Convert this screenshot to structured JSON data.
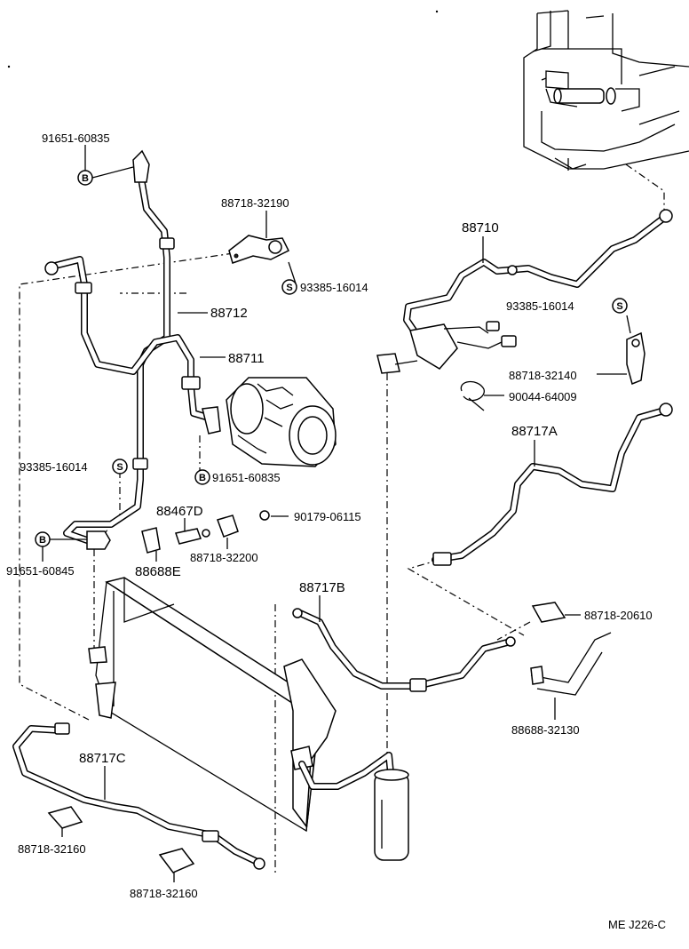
{
  "labels": {
    "l_91651_60835_top": "91651-60835",
    "l_88718_32190": "88718-32190",
    "l_93385_16014_top": "93385-16014",
    "l_88712": "88712",
    "l_88711": "88711",
    "l_93385_16014_left": "93385-16014",
    "l_91651_60835_mid": "91651-60835",
    "l_88467D": "88467D",
    "l_90179_06115": "90179-06115",
    "l_91651_60845": "91651-60845",
    "l_88688E": "88688E",
    "l_88718_32200": "88718-32200",
    "l_88710": "88710",
    "l_93385_16014_right": "93385-16014",
    "l_88718_32140": "88718-32140",
    "l_90044_64009": "90044-64009",
    "l_88717A": "88717A",
    "l_88717B": "88717B",
    "l_88718_20610": "88718-20610",
    "l_88688_32130": "88688-32130",
    "l_88717C": "88717C",
    "l_88718_32160_a": "88718-32160",
    "l_88718_32160_b": "88718-32160",
    "footer_code": "ME J226-C"
  },
  "symbols": {
    "bolt": "B",
    "seal": "S"
  }
}
